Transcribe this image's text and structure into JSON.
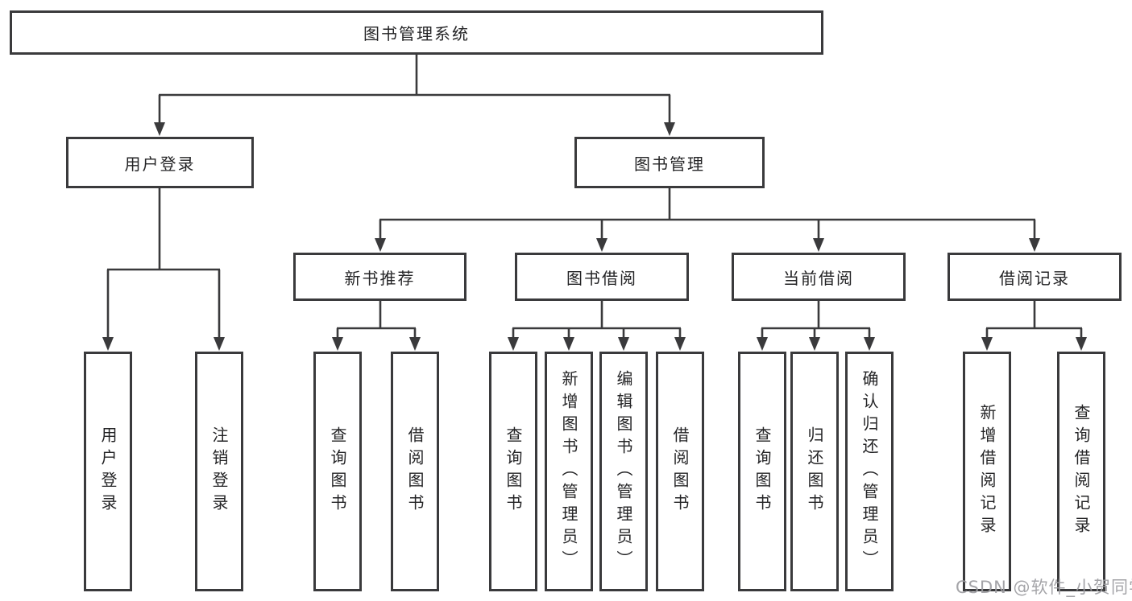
{
  "diagram_type": "hierarchy-tree",
  "tree": {
    "label": "图书管理系统",
    "children": [
      {
        "label": "用户登录",
        "children": [
          {
            "label": "用户登录"
          },
          {
            "label": "注销登录"
          }
        ]
      },
      {
        "label": "图书管理",
        "children": [
          {
            "label": "新书推荐",
            "children": [
              {
                "label": "查询图书"
              },
              {
                "label": "借阅图书"
              }
            ]
          },
          {
            "label": "图书借阅",
            "children": [
              {
                "label": "查询图书"
              },
              {
                "label": "新增图书（管理员）"
              },
              {
                "label": "编辑图书（管理员）"
              },
              {
                "label": "借阅图书"
              }
            ]
          },
          {
            "label": "当前借阅",
            "children": [
              {
                "label": "查询图书"
              },
              {
                "label": "归还图书"
              },
              {
                "label": "确认归还（管理员）"
              }
            ]
          },
          {
            "label": "借阅记录",
            "children": [
              {
                "label": "新增借阅记录"
              },
              {
                "label": "查询借阅记录"
              }
            ]
          }
        ]
      }
    ]
  },
  "watermark": {
    "text": "CSDN @软件_小贺同学"
  },
  "colors": {
    "line": "#3a3a3c",
    "box_border": "#3a3a3c",
    "box_background": "#ffffff",
    "text": "#242426",
    "watermark": "#9d9da1",
    "page_background": "#ffffff"
  }
}
